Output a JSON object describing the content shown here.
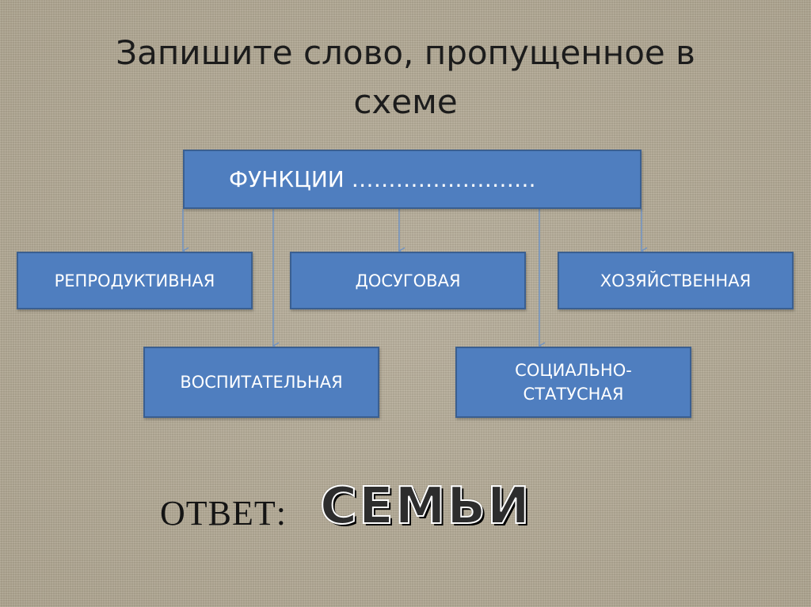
{
  "slide": {
    "title_line1": "Запишите слово, пропущенное в",
    "title_line2": "схеме"
  },
  "diagram": {
    "root": "ФУНКЦИИ …………………….",
    "children": [
      "РЕПРОДУКТИВНАЯ",
      "ДОСУГОВАЯ",
      "ХОЗЯЙСТВЕННАЯ",
      "ВОСПИТАТЕЛЬНАЯ",
      "СОЦИАЛЬНО-\nСТАТУСНАЯ"
    ],
    "box_color": "#4f7ebf",
    "box_border_color": "#3a5f91",
    "connector_color": "#6f93c4"
  },
  "answer": {
    "label": "ОТВЕТ:",
    "word": "СЕМЬИ"
  }
}
